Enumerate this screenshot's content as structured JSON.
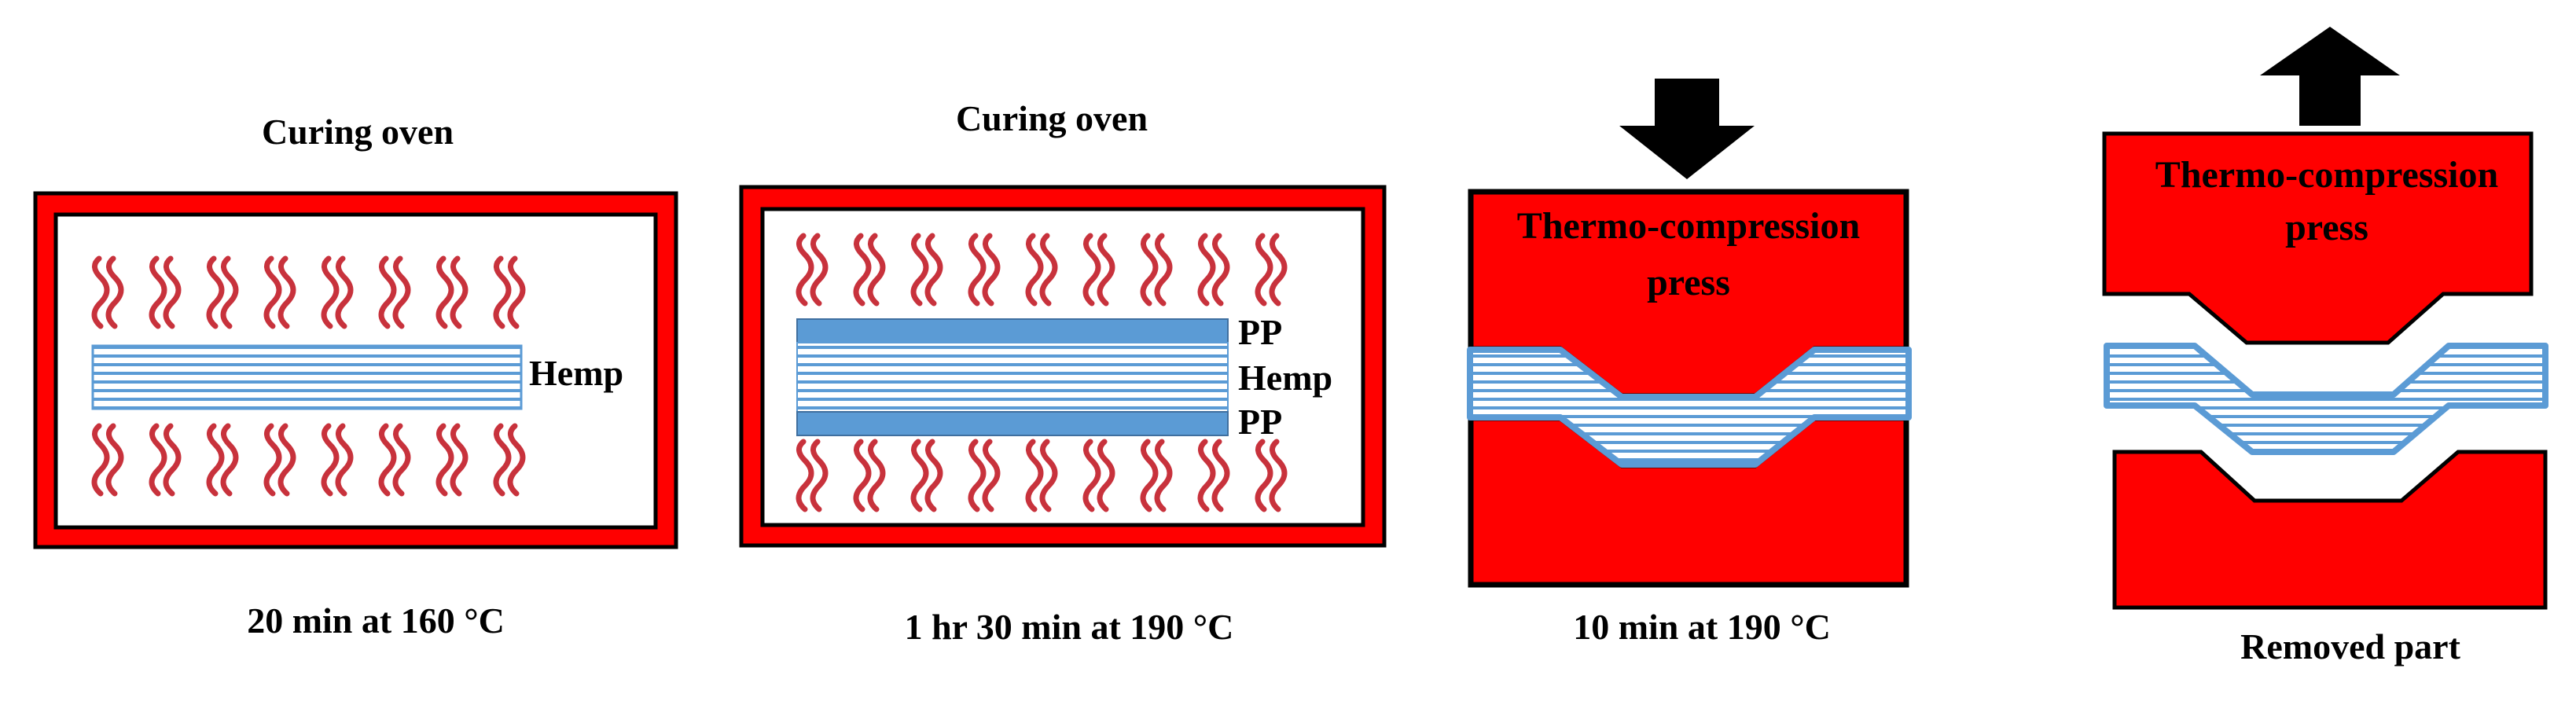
{
  "colors": {
    "press_red": "#ff0000",
    "oven_red": "#ff0000",
    "heat_wave": "#c8323c",
    "pp_blue": "#5b9bd5",
    "hemp_stripe": "#5b9bd5",
    "outline": "#000000"
  },
  "panels": [
    {
      "title": "Curing oven",
      "caption": "20 min at 160 °C",
      "layer_labels": [
        "Hemp"
      ]
    },
    {
      "title": "Curing oven",
      "caption": "1 hr 30 min at 190 °C",
      "layer_labels": [
        "PP",
        "Hemp",
        "PP"
      ]
    },
    {
      "press_label_line1": "Thermo-compression",
      "press_label_line2": "press",
      "caption": "10 min at 190 °C",
      "arrow_direction": "down"
    },
    {
      "press_label_line1": "Thermo-compression",
      "press_label_line2": "press",
      "caption": "Removed part",
      "arrow_direction": "up"
    }
  ]
}
